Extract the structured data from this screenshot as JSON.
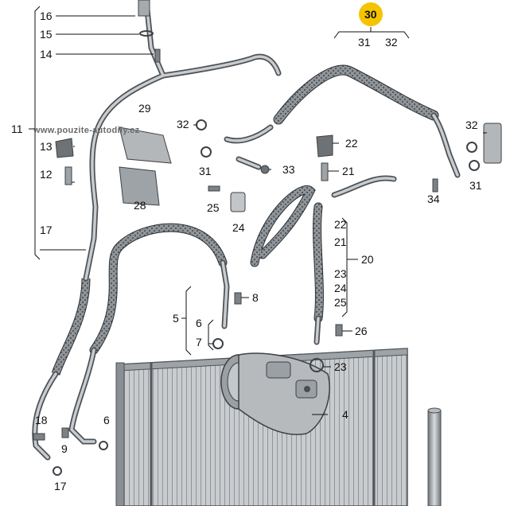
{
  "watermark": "www.pouzite-autodily.cz",
  "highlight_color": "#f5c400",
  "part_numbers": {
    "p16": "16",
    "p15": "15",
    "p14": "14",
    "p11": "11",
    "p13": "13",
    "p12": "12",
    "p17a": "17",
    "p29": "29",
    "p28": "28",
    "p32a": "32",
    "p31a": "31",
    "p33": "33",
    "p25": "25",
    "p24": "24",
    "p30": "30",
    "p31b": "31",
    "p32b": "32",
    "p32c": "32",
    "p22a": "22",
    "p21a": "21",
    "p31c": "31",
    "p34": "34",
    "p22b": "22",
    "p21b": "21",
    "p20": "20",
    "p23a": "23",
    "p24b": "24",
    "p25b": "25",
    "p8": "8",
    "p5": "5",
    "p6a": "6",
    "p7": "7",
    "p26": "26",
    "p23b": "23",
    "p4": "4",
    "p18": "18",
    "p9": "9",
    "p6b": "6",
    "p17b": "17"
  }
}
